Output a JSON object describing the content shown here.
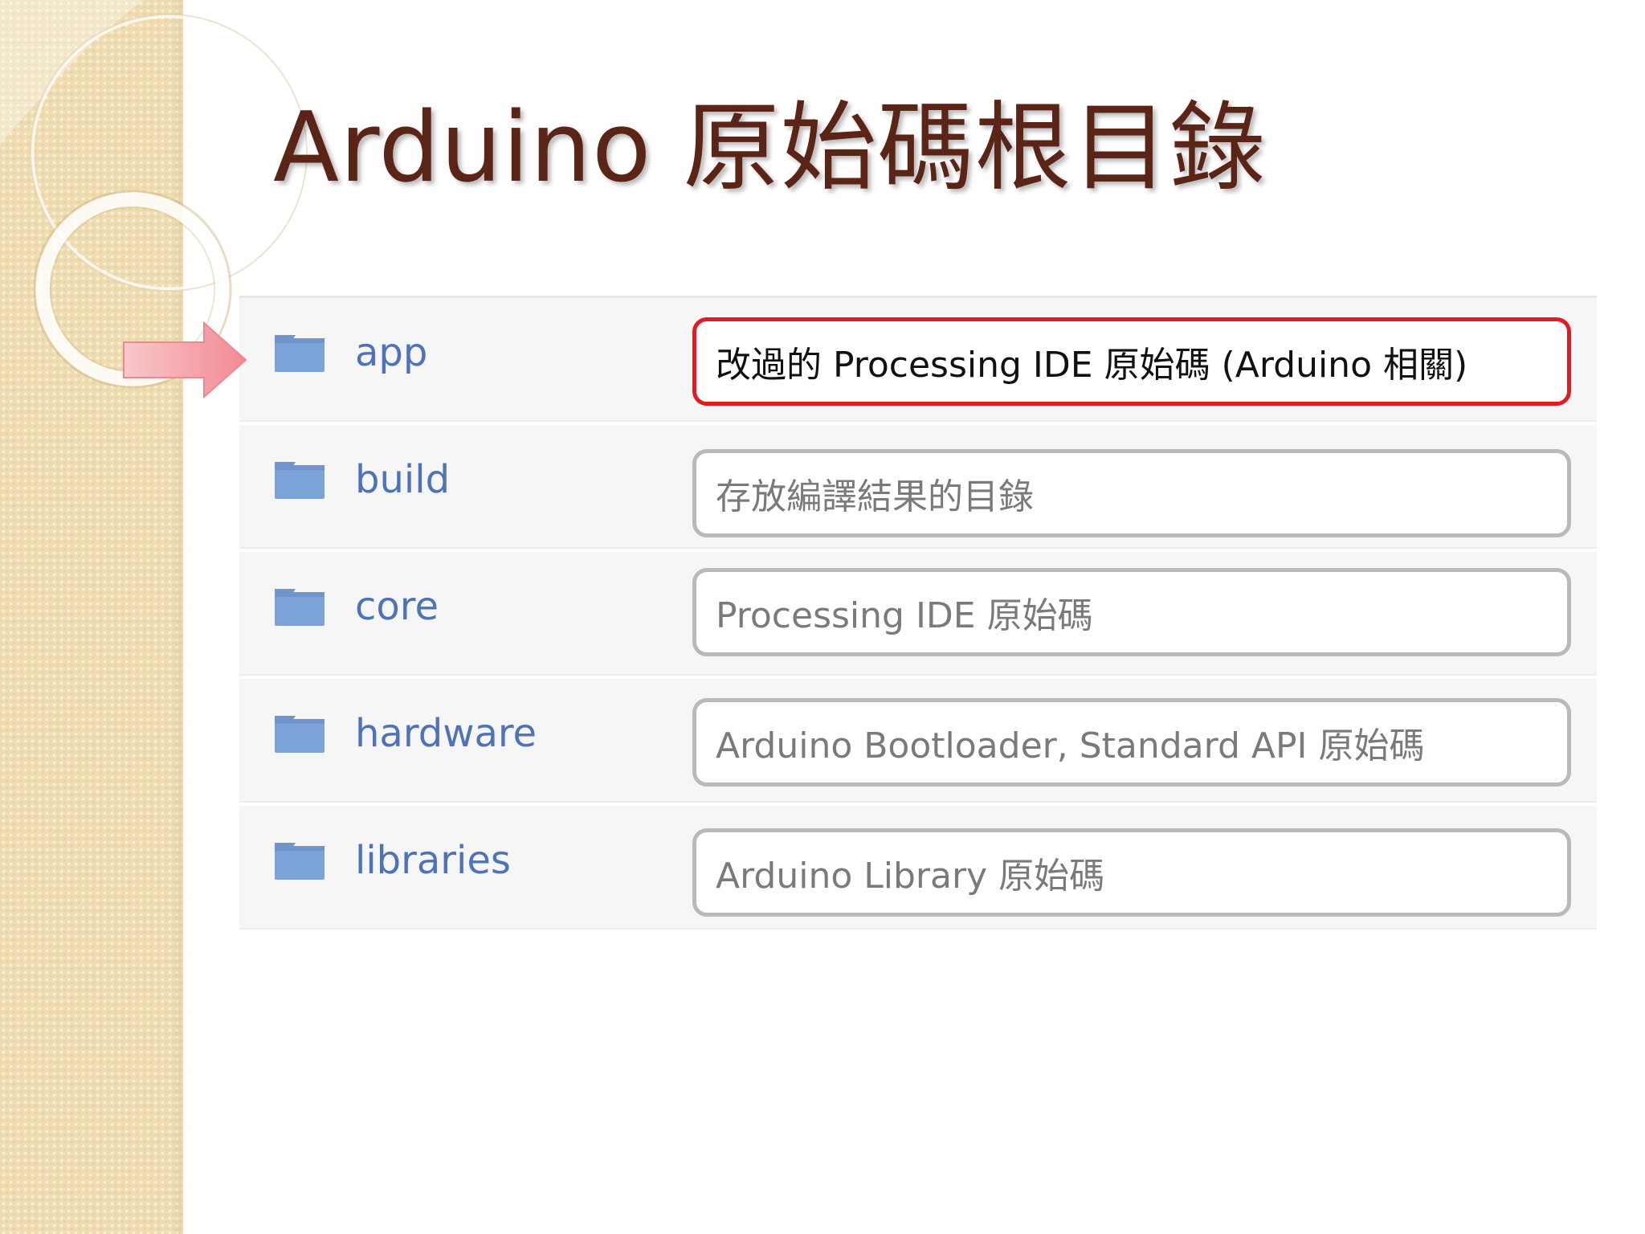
{
  "slide": {
    "title": "Arduino 原始碼根目錄"
  },
  "directories": [
    {
      "name": "app",
      "description": "改過的 Processing IDE 原始碼 (Arduino 相關)",
      "highlighted": true
    },
    {
      "name": "build",
      "description": "存放編譯結果的目錄",
      "highlighted": false
    },
    {
      "name": "core",
      "description": "Processing IDE 原始碼",
      "highlighted": false
    },
    {
      "name": "hardware",
      "description": "Arduino Bootloader, Standard API 原始碼",
      "highlighted": false
    },
    {
      "name": "libraries",
      "description": "Arduino Library 原始碼",
      "highlighted": false
    }
  ],
  "colors": {
    "title": "#5a2417",
    "folder_name": "#4f73b8",
    "highlight_border": "#e01b24",
    "box_border": "#b9b9b9",
    "arrow": "#f4a0a6"
  },
  "icons": {
    "folder": "folder-icon",
    "pointer": "arrow-right-icon"
  }
}
